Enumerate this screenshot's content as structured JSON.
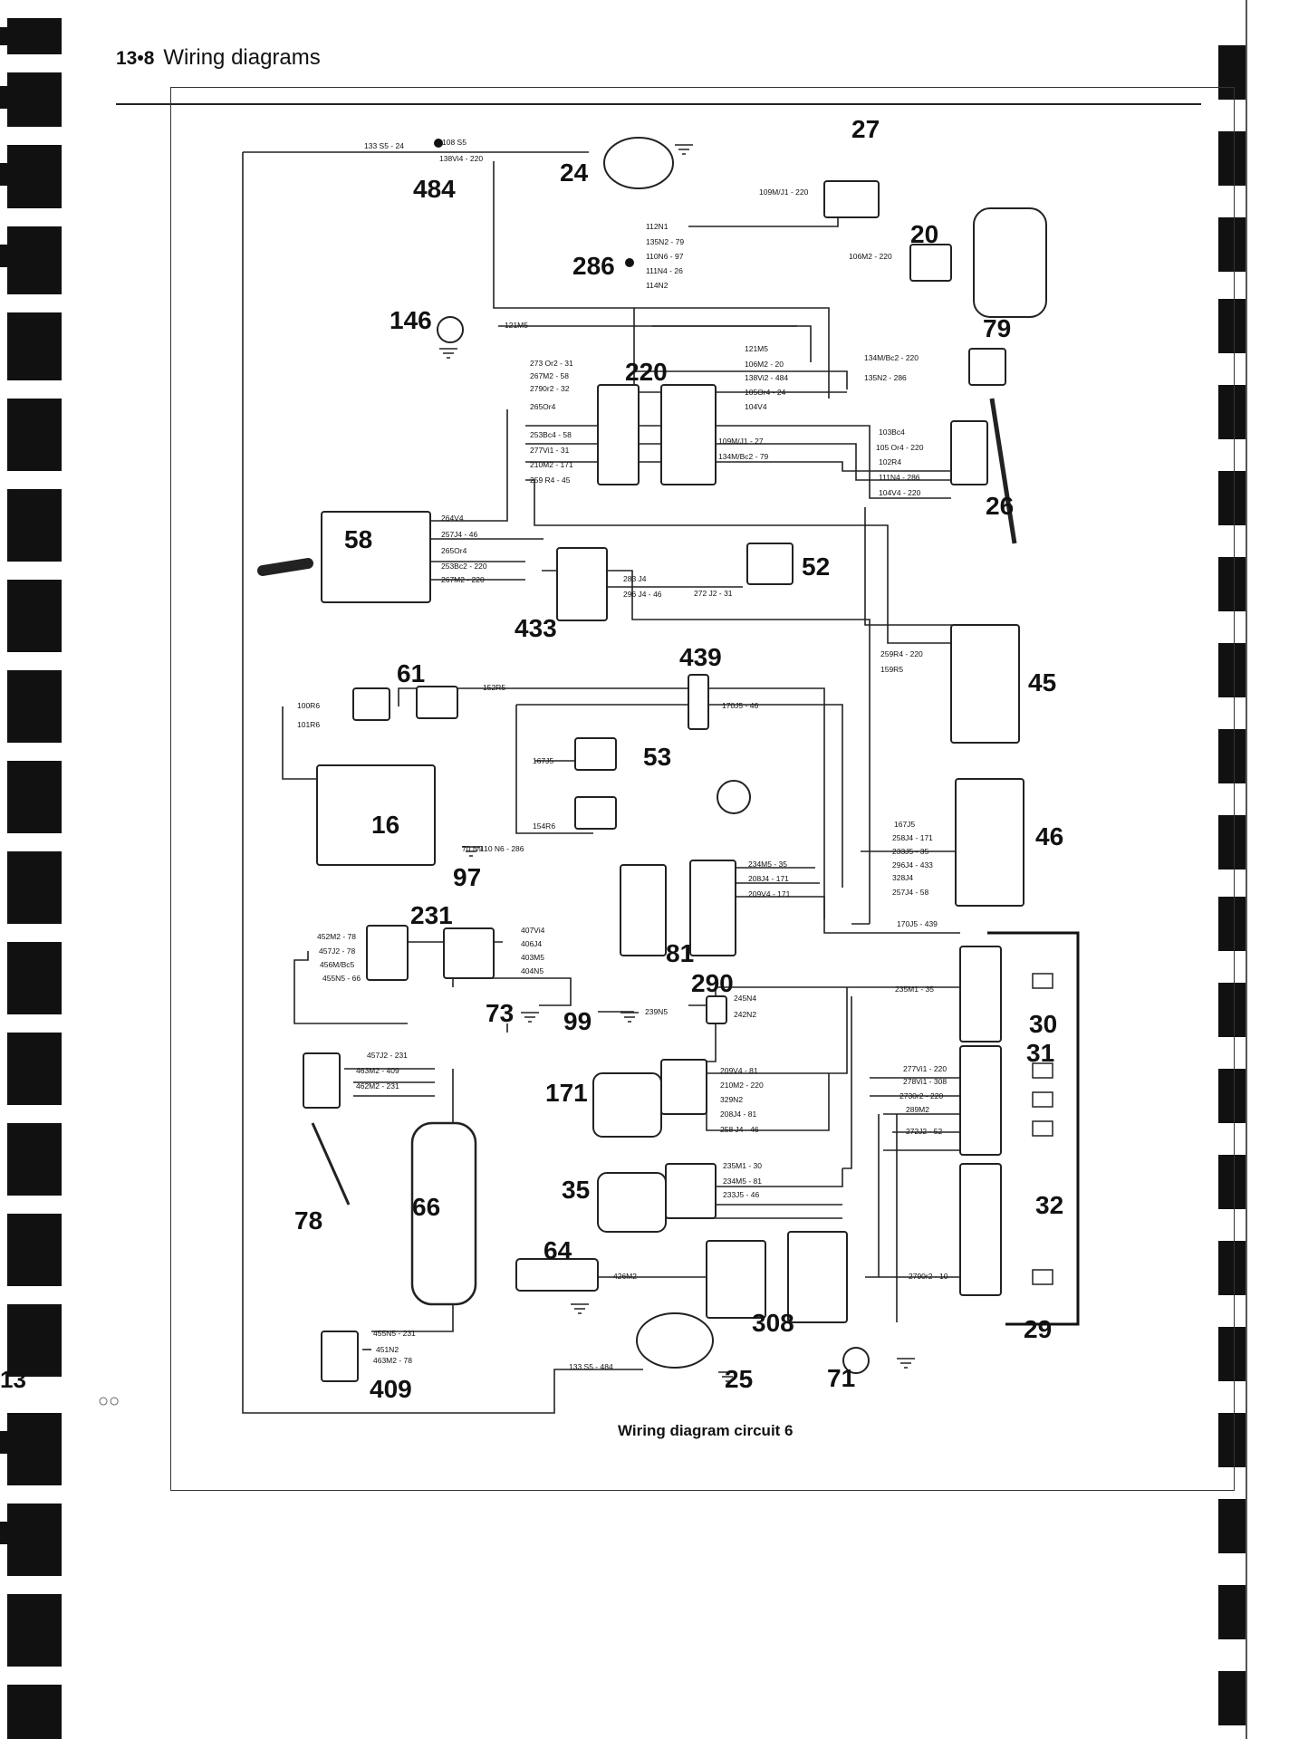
{
  "header": {
    "section": "13•8",
    "title": "Wiring diagrams"
  },
  "caption": "Wiring diagram circuit 6",
  "page_margin_number": "13",
  "components": [
    "24",
    "27",
    "484",
    "286",
    "20",
    "79",
    "146",
    "220",
    "26",
    "58",
    "52",
    "433",
    "439",
    "45",
    "61",
    "53",
    "16",
    "97",
    "46",
    "231",
    "81",
    "290",
    "73",
    "99",
    "171",
    "35",
    "30",
    "31",
    "32",
    "29",
    "78",
    "66",
    "64",
    "308",
    "25",
    "71",
    "409"
  ],
  "wire_labels": [
    "133 S5 - 24",
    "108 S5",
    "138Vi4 - 220",
    "109M/J1 - 220",
    "112N1",
    "135N2 - 79",
    "110N6 - 97",
    "111N4 - 26",
    "114N2",
    "106M2 - 220",
    "121M5",
    "273 Or2 - 31",
    "267M2 - 58",
    "2790r2 - 32",
    "265Or4",
    "121M5",
    "106M2 - 20",
    "138Vi2 - 484",
    "105Or4 - 24",
    "104V4",
    "134M/Bc2 - 220",
    "135N2 - 286",
    "253Bc4 - 58",
    "277Vi1 - 31",
    "210M2 - 171",
    "259 R4 - 45",
    "109M/J1 - 27",
    "134M/Bc2 - 79",
    "103Bc4",
    "105 Or4 - 220",
    "102R4",
    "111N4 - 286",
    "104V4 - 220",
    "264V4",
    "257J4 - 46",
    "265Or4",
    "253Bc2 - 220",
    "267M2 - 220",
    "283 J4",
    "296 J4 - 46",
    "272 J2 - 31",
    "259R4 - 220",
    "159R5",
    "100R6",
    "101R6",
    "152R5",
    "170J5 - 46",
    "167J5",
    "154R6",
    "70 N9",
    "110 N6 - 286",
    "167J5",
    "258J4 - 171",
    "233J5 - 35",
    "296J4 - 433",
    "328J4",
    "257J4 - 58",
    "170J5 - 439",
    "234M5 - 35",
    "208J4 - 171",
    "209V4 - 171",
    "452M2 - 78",
    "457J2 - 78",
    "456M/Bc5",
    "455N5 - 66",
    "407Vi4",
    "406J4",
    "403M5",
    "404N5",
    "235M1 - 35",
    "245N4",
    "242N2",
    "239N5",
    "457J2 - 231",
    "463M2 - 409",
    "462M2 - 231",
    "209V4 - 81",
    "210M2 - 220",
    "329N2",
    "208J4 - 81",
    "258 J4 - 46",
    "277Vi1 - 220",
    "278Vi1 - 308",
    "2730r2 - 220",
    "289M2",
    "272J2 - 52",
    "235M1 - 30",
    "234M5 - 81",
    "233J5 - 46",
    "426M2",
    "2790r2 - 10",
    "455N5 - 231",
    "451N2",
    "463M2 - 78",
    "133 S5 - 484"
  ]
}
